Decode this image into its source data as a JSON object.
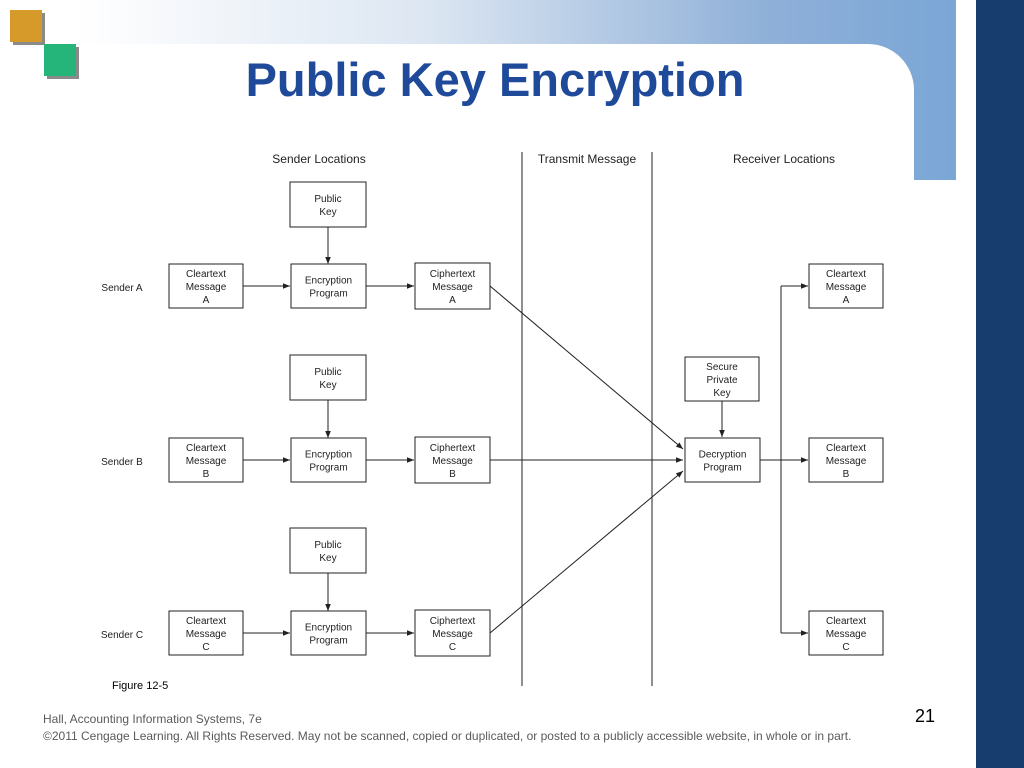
{
  "slide": {
    "title": "Public Key Encryption",
    "figure_label": "Figure 12-5",
    "footer_line1": "Hall, Accounting Information Systems, 7e",
    "footer_line2": "©2011 Cengage Learning. All Rights Reserved. May not be scanned, copied or duplicated, or posted to a publicly accessible website, in whole or in part.",
    "page_number": "21"
  },
  "diagram": {
    "headers": {
      "sender": "Sender Locations",
      "transmit": "Transmit Message",
      "receiver": "Receiver Locations"
    },
    "senders": [
      {
        "label": "Sender A",
        "public_key": [
          "Public",
          "Key"
        ],
        "cleartext": [
          "Cleartext",
          "Message",
          "A"
        ],
        "encryption": [
          "Encryption",
          "Program"
        ],
        "ciphertext": [
          "Ciphertext",
          "Message",
          "A"
        ]
      },
      {
        "label": "Sender B",
        "public_key": [
          "Public",
          "Key"
        ],
        "cleartext": [
          "Cleartext",
          "Message",
          "B"
        ],
        "encryption": [
          "Encryption",
          "Program"
        ],
        "ciphertext": [
          "Ciphertext",
          "Message",
          "B"
        ]
      },
      {
        "label": "Sender C",
        "public_key": [
          "Public",
          "Key"
        ],
        "cleartext": [
          "Cleartext",
          "Message",
          "C"
        ],
        "encryption": [
          "Encryption",
          "Program"
        ],
        "ciphertext": [
          "Ciphertext",
          "Message",
          "C"
        ]
      }
    ],
    "receiver": {
      "private_key": [
        "Secure",
        "Private",
        "Key"
      ],
      "decryption": [
        "Decryption",
        "Program"
      ],
      "outputs": [
        [
          "Cleartext",
          "Message",
          "A"
        ],
        [
          "Cleartext",
          "Message",
          "B"
        ],
        [
          "Cleartext",
          "Message",
          "C"
        ]
      ]
    }
  }
}
